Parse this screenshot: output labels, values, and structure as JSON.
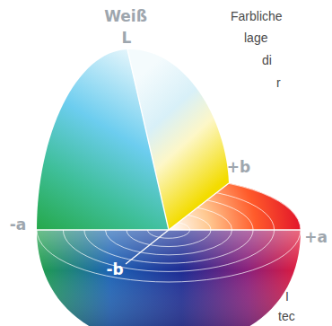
{
  "diagram": {
    "labels": [
      "Weiß",
      "Farbliche",
      "L",
      "lage",
      "di",
      "r",
      "+b",
      "-a",
      "+a",
      "-b",
      "I",
      "tec"
    ]
  }
}
